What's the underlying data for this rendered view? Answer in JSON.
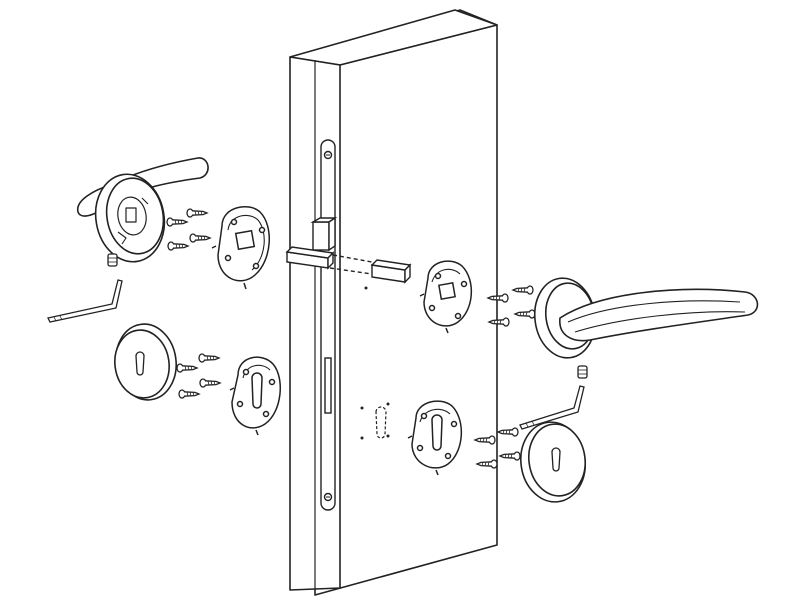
{
  "diagram": {
    "kind": "exploded-assembly",
    "labels": [],
    "colors": {
      "stroke": "#222222",
      "fill": "#ffffff",
      "hidden_line": "#222222"
    },
    "parts": {
      "door": "door-leaf",
      "lock_case": "mortise-lock-case",
      "spindle": "square-spindle",
      "handle_left": "lever-handle-left",
      "handle_right": "lever-handle-right",
      "rose_mount_left": "rose-mounting-plate-left",
      "rose_mount_right": "rose-mounting-plate-right",
      "escutcheon_left": "key-escutcheon-cover-left",
      "escutcheon_right": "key-escutcheon-cover-right",
      "escutcheon_mount_left": "escutcheon-mounting-plate-left",
      "escutcheon_mount_right": "escutcheon-mounting-plate-right",
      "allen_key_left": "allen-key-left",
      "allen_key_right": "allen-key-right",
      "grub_screw_left": "grub-screw-left",
      "grub_screw_right": "grub-screw-right",
      "screw_sets": 4
    }
  }
}
